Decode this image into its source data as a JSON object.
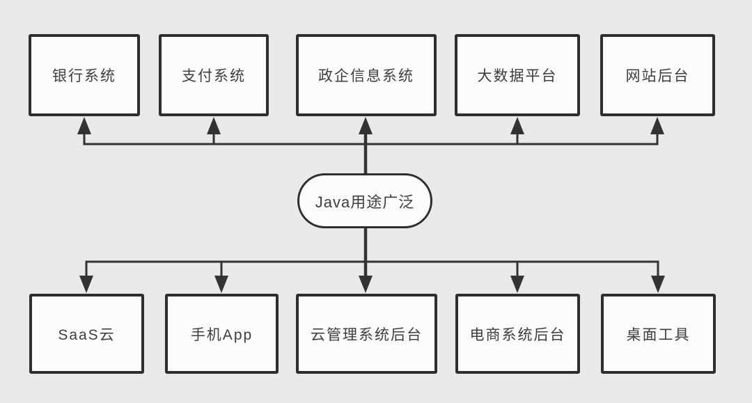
{
  "diagram": {
    "center_node": {
      "label": "Java用途广泛"
    },
    "top_row": [
      {
        "label": "银行系统"
      },
      {
        "label": "支付系统"
      },
      {
        "label": "政企信息系统"
      },
      {
        "label": "大数据平台"
      },
      {
        "label": "网站后台"
      }
    ],
    "bottom_row": [
      {
        "label": "SaaS云"
      },
      {
        "label": "手机App"
      },
      {
        "label": "云管理系统后台"
      },
      {
        "label": "电商系统后台"
      },
      {
        "label": "桌面工具"
      }
    ],
    "colors": {
      "background": "#e9e9e9",
      "node_fill": "#fcfcfc",
      "node_border": "#2e2e2e",
      "connector": "#333333",
      "text": "#3d3d3d"
    }
  }
}
